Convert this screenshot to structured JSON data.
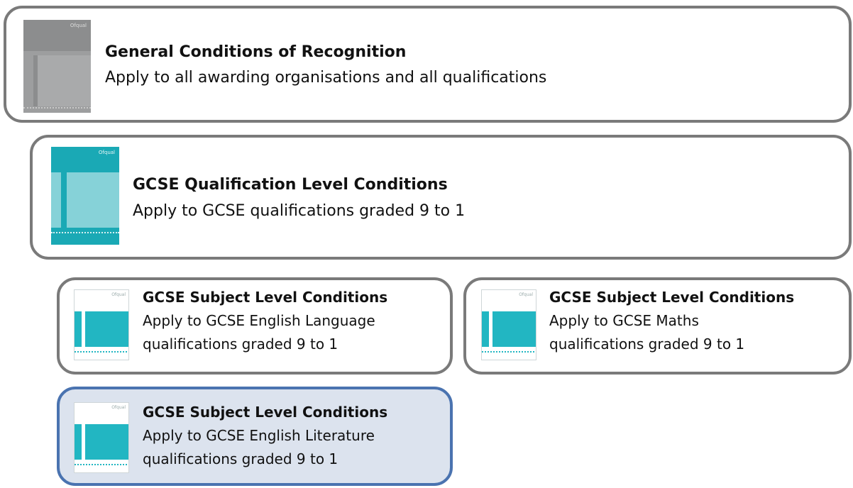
{
  "cards": [
    {
      "title": "General Conditions of Recognition",
      "lines": [
        "Apply to all awarding organisations and all qualifications"
      ],
      "cover_color": "#8a8b8c",
      "logo": "Ofqual"
    },
    {
      "title": "GCSE Qualification Level Conditions",
      "lines": [
        "Apply to GCSE qualifications graded 9 to 1"
      ],
      "cover_color": "#1aaab6",
      "logo": "Ofqual"
    },
    {
      "title": "GCSE Subject Level Conditions",
      "lines": [
        "Apply to GCSE English Language",
        "qualifications graded 9 to 1"
      ],
      "cover_color": "#1fb3c0",
      "logo": "Ofqual"
    },
    {
      "title": "GCSE Subject Level Conditions",
      "lines": [
        "Apply to GCSE Maths",
        "qualifications graded 9 to 1"
      ],
      "cover_color": "#1fb3c0",
      "logo": "Ofqual"
    },
    {
      "title": "GCSE Subject Level Conditions",
      "lines": [
        "Apply to GCSE English Literature",
        "qualifications graded 9 to 1"
      ],
      "cover_color": "#1fb3c0",
      "logo": "Ofqual",
      "highlighted": true
    }
  ],
  "colors": {
    "border": "#7a7a7a",
    "highlight_border": "#4a73b0",
    "highlight_fill": "#dce3ee"
  }
}
